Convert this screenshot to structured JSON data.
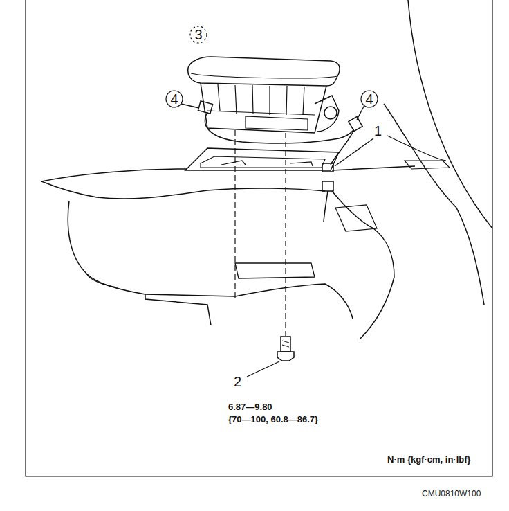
{
  "diagram": {
    "nodes": [
      {
        "text": [
          "3"
        ]
      },
      {
        "text": [
          "4"
        ]
      },
      {
        "text": [
          "4"
        ]
      }
    ],
    "labels": [
      "1",
      "2",
      "6.87—9.80",
      "{70—100, 60.8—86.7}",
      "N·m {kgf·cm, in·lbf}",
      "CMU0810W100"
    ]
  }
}
